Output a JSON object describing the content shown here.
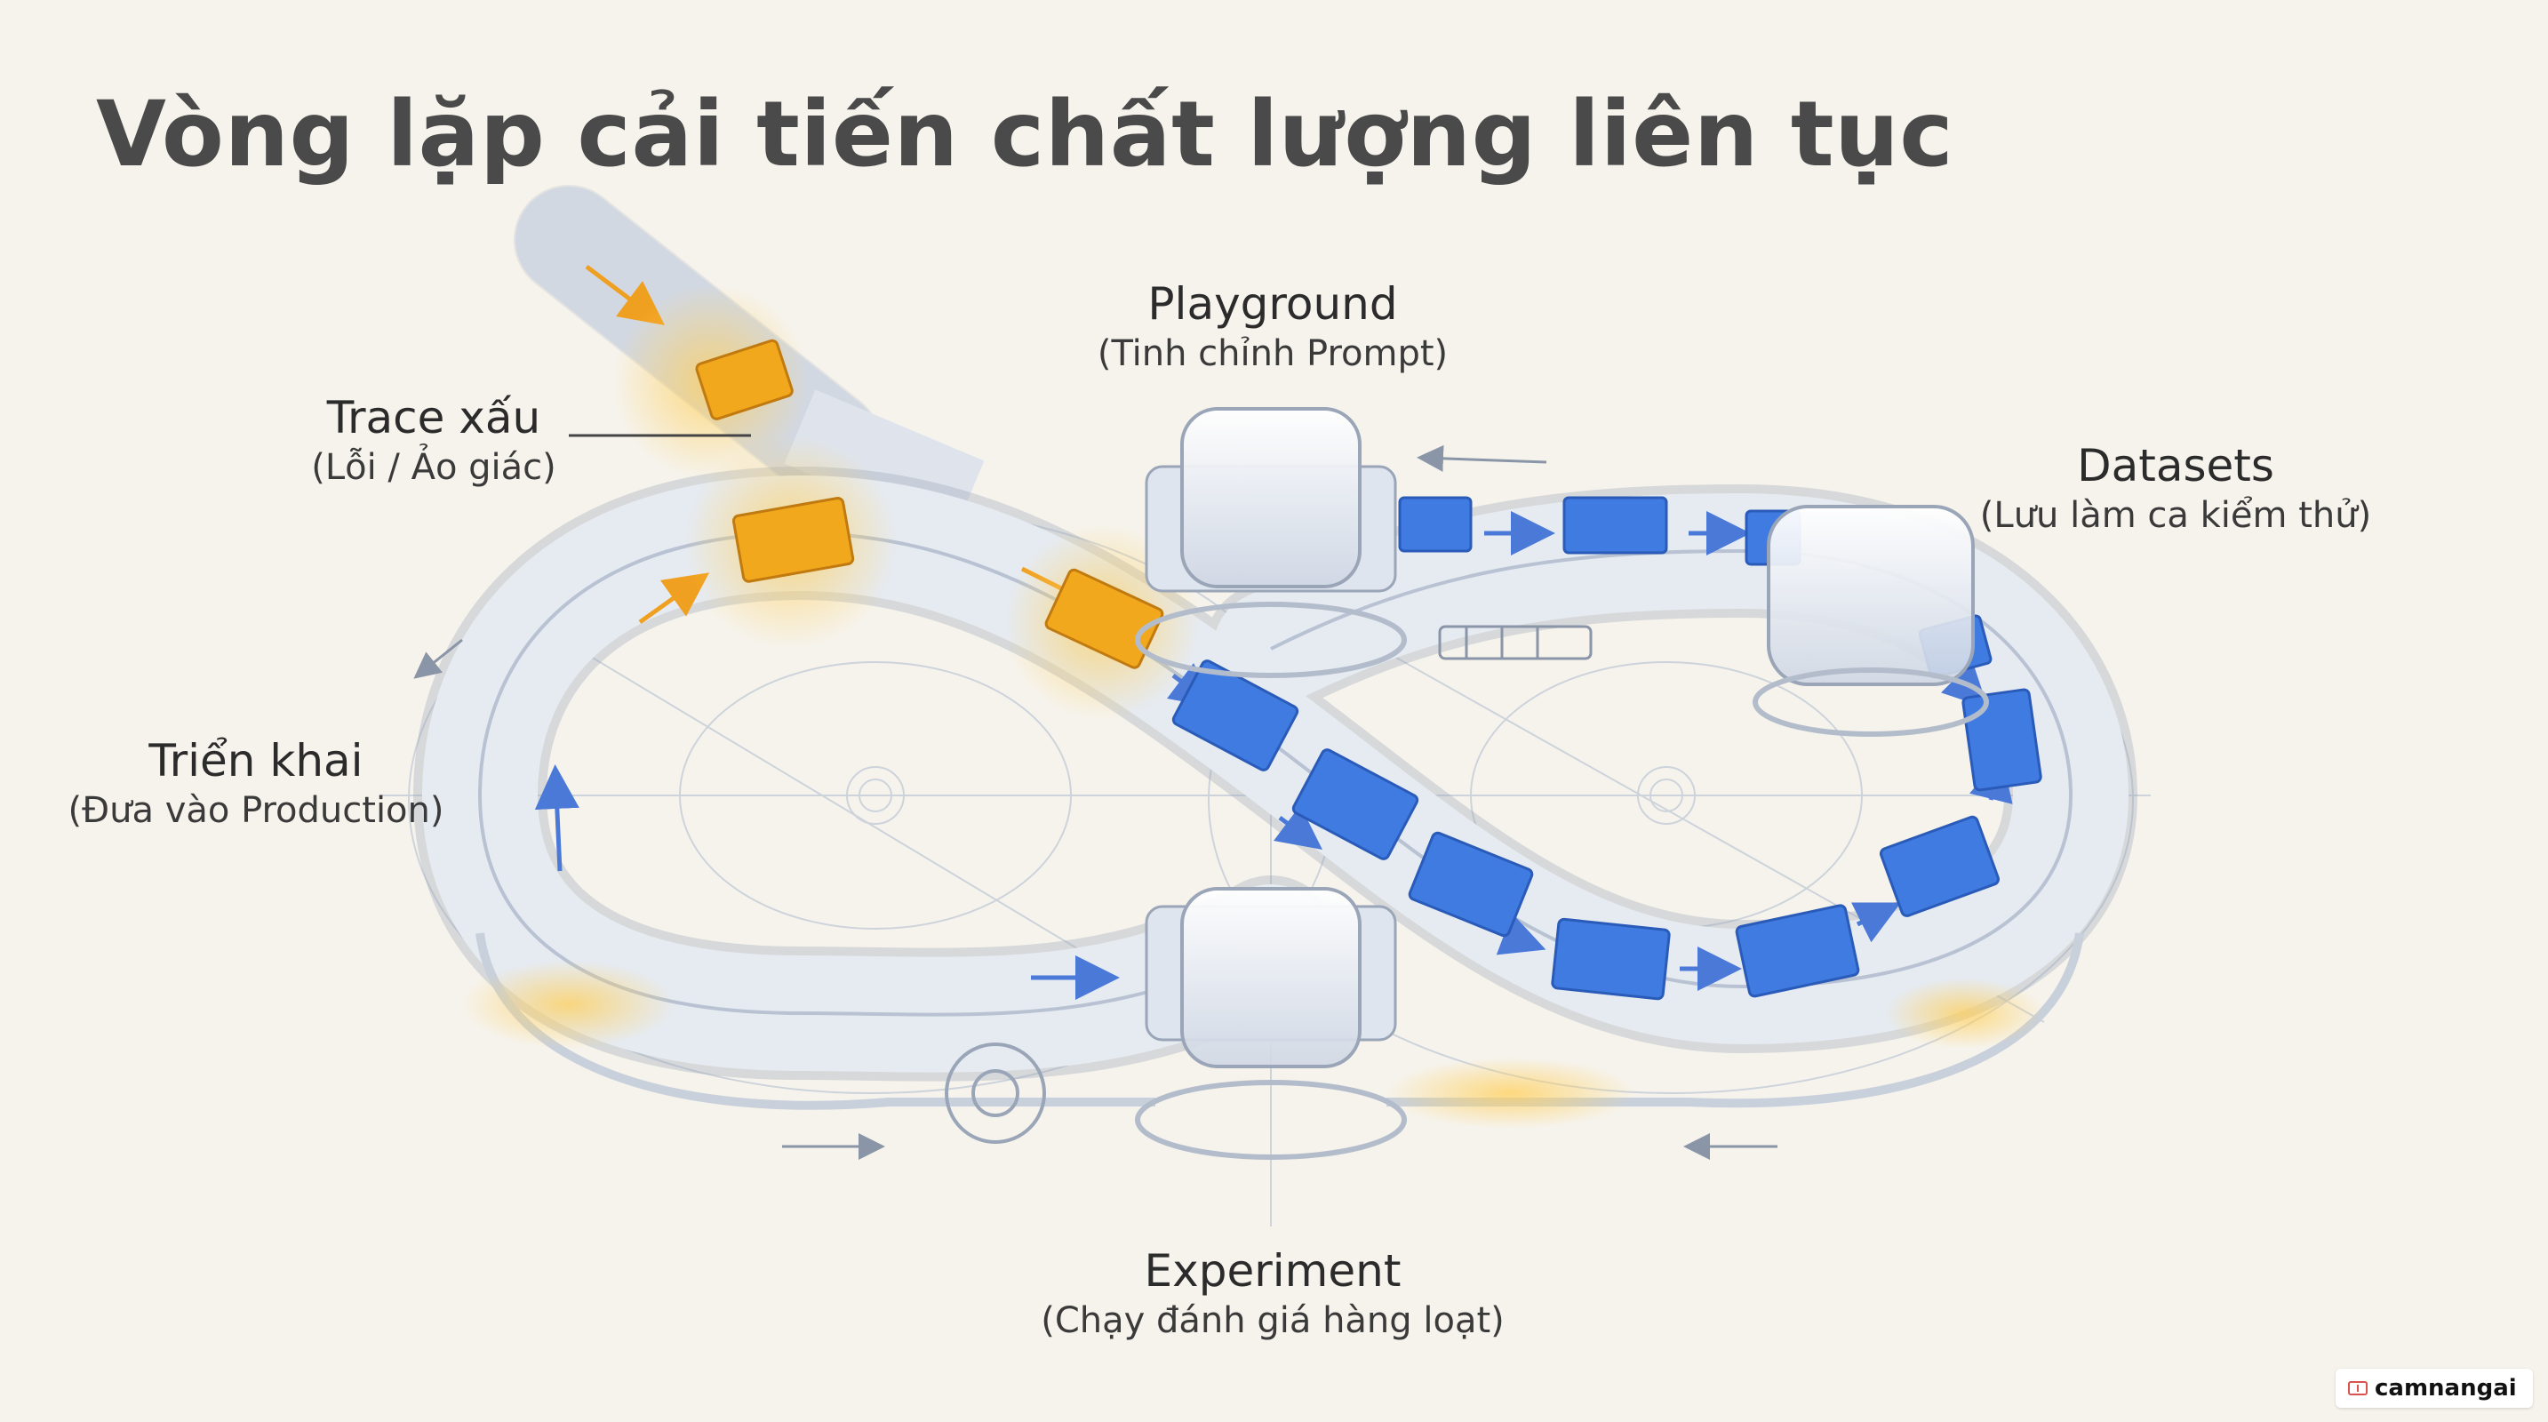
{
  "title": "Vòng lặp cải tiến chất lượng liên tục",
  "nodes": {
    "playground": {
      "name": "Playground",
      "desc": "(Tinh chỉnh Prompt)"
    },
    "datasets": {
      "name": "Datasets",
      "desc": "(Lưu làm ca kiểm thử)"
    },
    "experiment": {
      "name": "Experiment",
      "desc": "(Chạy đánh giá hàng loạt)"
    },
    "deploy": {
      "name": "Triển khai",
      "desc": "(Đưa vào Production)"
    },
    "bad_trace": {
      "name": "Trace xấu",
      "desc": "(Lỗi / Ảo giác)"
    }
  },
  "colors": {
    "track": "#dfe5ef",
    "track_edge": "#9aa6b8",
    "bad_item": "#f2a81d",
    "good_item": "#3f7be0",
    "background": "#f6f3ec"
  },
  "watermark": {
    "text": "camnangai",
    "icon": "book-icon"
  }
}
